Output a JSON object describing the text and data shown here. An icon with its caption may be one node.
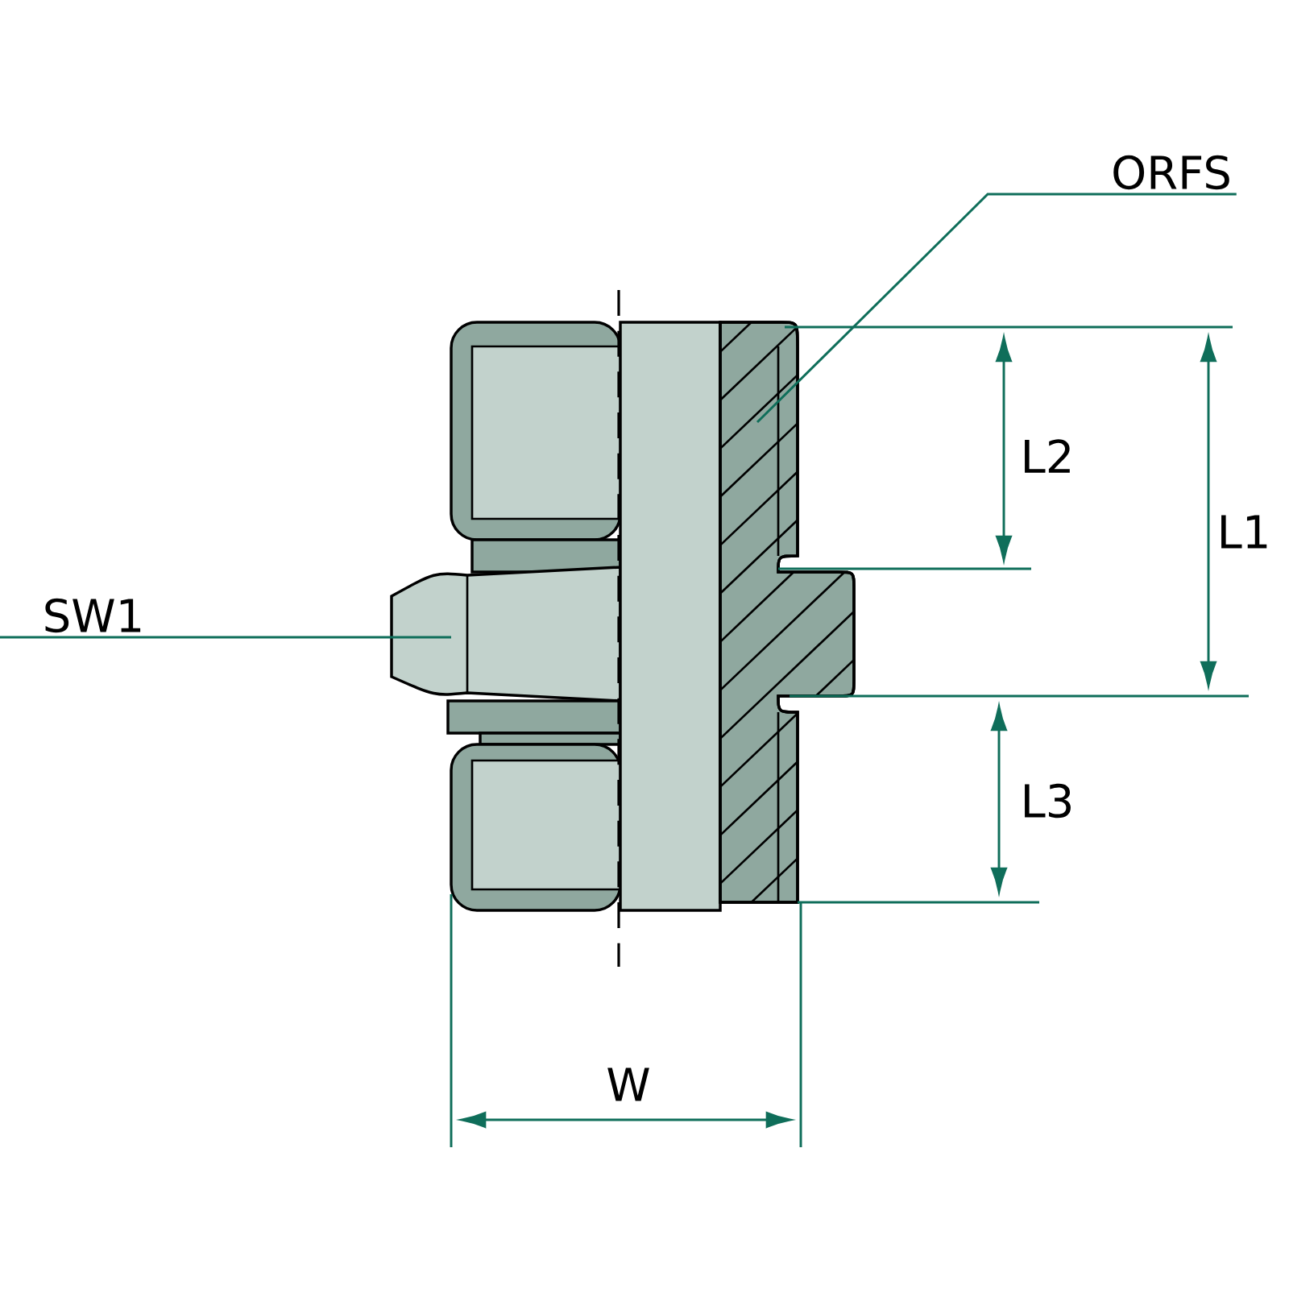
{
  "diagram": {
    "nodes": [
      {
        "text": [
          "ORFS"
        ]
      },
      {
        "text": [
          "SW1"
        ]
      }
    ],
    "edges": [
      {
        "from": 0,
        "to": null,
        "arrow": "none"
      },
      {
        "from": 1,
        "to": null,
        "arrow": "none"
      }
    ],
    "labels": [
      "L2",
      "L1",
      "L3",
      "W"
    ]
  }
}
